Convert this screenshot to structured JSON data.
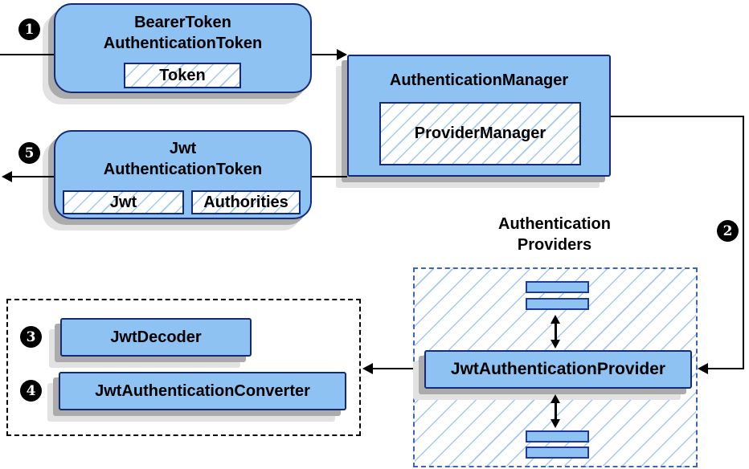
{
  "diagram": {
    "badges": {
      "b1": "1",
      "b2": "2",
      "b3": "3",
      "b4": "4",
      "b5": "5"
    },
    "nodes": {
      "bearer_token": {
        "title1": "BearerToken",
        "title2": "AuthenticationToken",
        "field": "Token"
      },
      "auth_manager": {
        "title": "AuthenticationManager",
        "field": "ProviderManager"
      },
      "jwt_token": {
        "title1": "Jwt",
        "title2": "AuthenticationToken",
        "field1": "Jwt",
        "field2": "Authorities"
      },
      "providers_group": {
        "label1": "Authentication",
        "label2": "Providers"
      },
      "jwt_provider": {
        "title": "JwtAuthenticationProvider"
      },
      "jwt_decoder": {
        "title": "JwtDecoder"
      },
      "jwt_converter": {
        "title": "JwtAuthenticationConverter"
      }
    },
    "colors": {
      "node_fill": "#8ec2f3",
      "node_border": "#142a75",
      "small_rect_border": "#1e3a96",
      "hatch_line": "#a4c8ee",
      "providers_border": "#3c64b8",
      "shadow_dark": "#ababab",
      "shadow_light": "#e2e2e2",
      "arrow": "#000000",
      "text": "#000000",
      "bg": "#ffffff"
    }
  }
}
